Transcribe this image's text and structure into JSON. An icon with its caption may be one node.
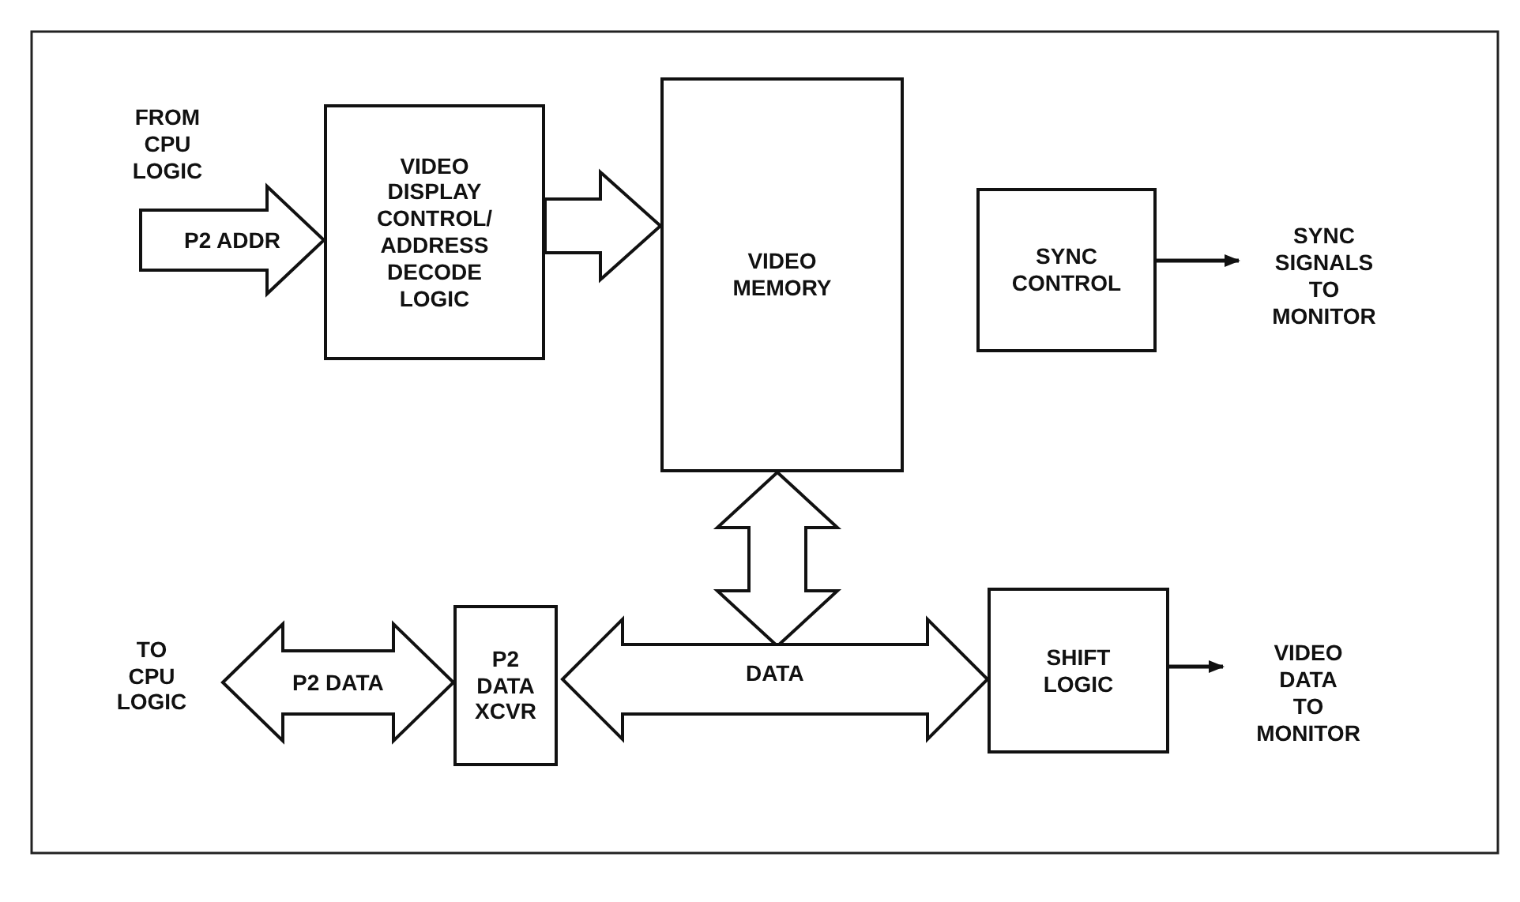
{
  "diagram": {
    "nodes": [
      {
        "text": [
          "VIDEO DISPLAY CONTROL/ ADDRESS DECODE LOGIC"
        ]
      },
      {
        "text": [
          "VIDEO MEMORY"
        ]
      },
      {
        "text": [
          "SYNC CONTROL"
        ]
      },
      {
        "text": [
          "SYNC SIGNALS TO MONITOR"
        ]
      },
      {
        "text": [
          "TO CPU LOGIC"
        ]
      },
      {
        "text": [
          "P2 DATA XCVR"
        ]
      },
      {
        "text": [
          "SHIFT LOGIC"
        ]
      },
      {
        "text": [
          "VIDEO DATA TO MONITOR"
        ]
      }
    ],
    "edges": [
      {
        "from": null,
        "to": 0,
        "arrow": "to",
        "label": "P2 ADDR"
      },
      {
        "from": 0,
        "to": 1,
        "arrow": "to"
      },
      {
        "from": 2,
        "to": 3,
        "arrow": "to"
      },
      {
        "from": 1,
        "to": null,
        "arrow": "both"
      },
      {
        "from": 5,
        "to": 6,
        "arrow": "both",
        "label": "DATA"
      },
      {
        "from": 4,
        "to": 5,
        "arrow": "both",
        "label": "P2 DATA"
      },
      {
        "from": 6,
        "to": 7,
        "arrow": "to"
      }
    ],
    "labels": [
      "FROM CPU LOGIC"
    ]
  }
}
